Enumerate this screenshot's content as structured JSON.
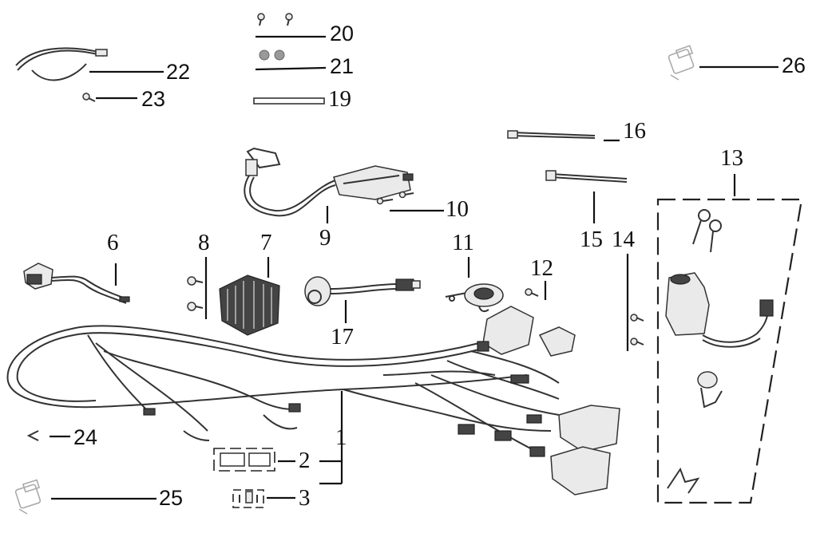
{
  "callouts": {
    "c1": "1",
    "c2": "2",
    "c3": "3",
    "c6": "6",
    "c7": "7",
    "c8": "8",
    "c9": "9",
    "c10": "10",
    "c11": "11",
    "c12": "12",
    "c13": "13",
    "c14": "14",
    "c15": "15",
    "c16": "16",
    "c17": "17",
    "c19": "19",
    "c20": "20",
    "c21": "21",
    "c22": "22",
    "c23": "23",
    "c24": "24",
    "c25": "25",
    "c26": "26"
  },
  "parts": {
    "p1": "main-wiring-harness",
    "p2": "fuse-holder",
    "p3": "fuse",
    "p6": "front-brake-switch",
    "p7": "regulator-rectifier",
    "p8": "bolts",
    "p9": "ignition-coil-with-spark-plug-cap",
    "p10": "coil-bolts",
    "p11": "horn",
    "p12": "screw",
    "p13": "ignition-switch-lock-set",
    "p14": "bolts",
    "p15": "cable-tie",
    "p16": "cable-tie",
    "p17": "starter-relay",
    "p19": "cable-strap",
    "p20": "screws",
    "p21": "clips",
    "p22": "cable",
    "p23": "screw",
    "p24": "clip",
    "p25": "relay",
    "p26": "relay"
  }
}
